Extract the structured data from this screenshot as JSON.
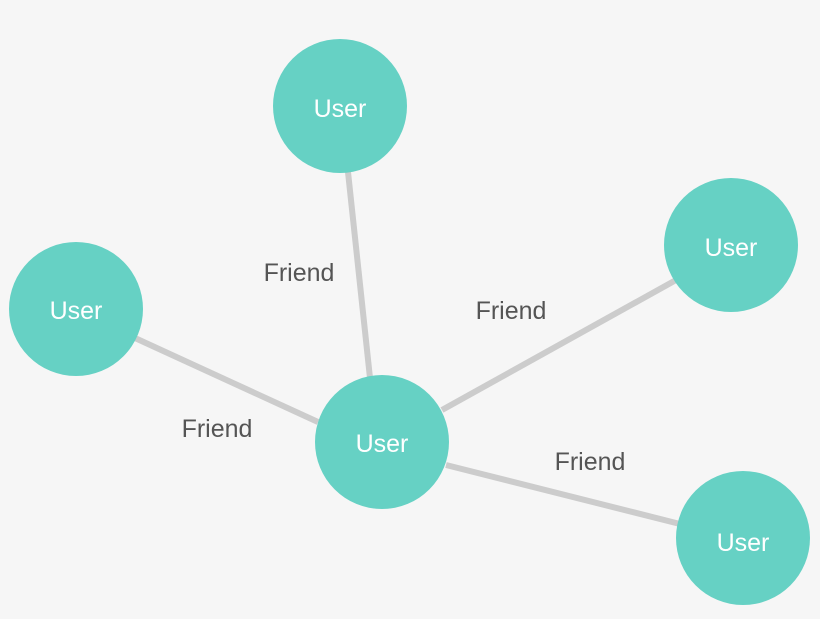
{
  "graph": {
    "nodes": [
      {
        "id": "top",
        "label": "User"
      },
      {
        "id": "left",
        "label": "User"
      },
      {
        "id": "center",
        "label": "User"
      },
      {
        "id": "right",
        "label": "User"
      },
      {
        "id": "bottom-right",
        "label": "User"
      }
    ],
    "edges": [
      {
        "from": "center",
        "to": "top",
        "label": "Friend"
      },
      {
        "from": "center",
        "to": "left",
        "label": "Friend"
      },
      {
        "from": "center",
        "to": "right",
        "label": "Friend"
      },
      {
        "from": "center",
        "to": "bottom-right",
        "label": "Friend"
      }
    ],
    "colors": {
      "background": "#f6f6f6",
      "node_fill": "#66d1c4",
      "node_text": "#ffffff",
      "edge_stroke": "#cccccc",
      "edge_text": "#555555"
    }
  }
}
